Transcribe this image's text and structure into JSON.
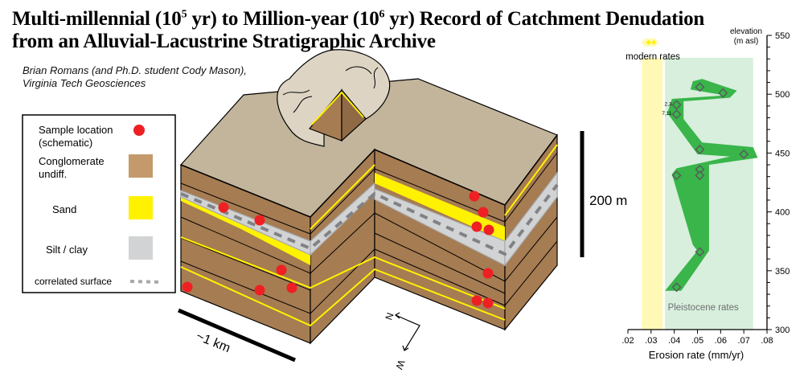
{
  "title": {
    "line1_a": "Multi-millennial (10",
    "line1_sup1": "5",
    "line1_b": " yr) to Million-year (10",
    "line1_sup2": "6",
    "line1_c": " yr) Record of Catchment Denudation",
    "line2": "from an Alluvial-Lacustrine Stratigraphic Archive"
  },
  "authors": {
    "line1": "Brian Romans (and Ph.D. student Cody Mason),",
    "line2": "Virginia Tech Geosciences"
  },
  "legend": {
    "sample_line1": "Sample location",
    "sample_line2": "(schematic)",
    "conglomerate_line1": "Conglomerate",
    "conglomerate_line2": "undiff.",
    "sand": "Sand",
    "silt": "Silt / clay",
    "surface": "correlated surface"
  },
  "colors": {
    "sample": "#ee2024",
    "conglomerate": "#c49a6c",
    "block_face": "#a67c52",
    "block_top": "#c2b59b",
    "sand": "#fff200",
    "silt": "#d1d3d4",
    "envelope": "#39b54a",
    "pleistocene_band": "#d7efdc",
    "modern_band": "#fff9b5"
  },
  "diagram": {
    "vertical_scale": "200 m",
    "horizontal_scale": "~1 km",
    "compass_n": "N",
    "compass_w": "W"
  },
  "chart_data": {
    "type": "scatter",
    "xlabel": "Erosion rate (mm/yr)",
    "ylabel": "elevation",
    "ylabel2": "(m asl)",
    "xlim": [
      0.02,
      0.08
    ],
    "ylim": [
      300,
      550
    ],
    "xticks": [
      ".02",
      ".03",
      ".04",
      ".05",
      ".06",
      ".07",
      ".08"
    ],
    "xtick_values": [
      0.02,
      0.03,
      0.04,
      0.05,
      0.06,
      0.07,
      0.08
    ],
    "yticks": [
      300,
      350,
      400,
      450,
      500,
      550
    ],
    "modern_rates": {
      "label": "modern rates",
      "range": [
        0.026,
        0.035
      ],
      "marker": 0.0295
    },
    "pleistocene_rates": {
      "label": "Pleistocene rates",
      "range": [
        0.036,
        0.074
      ],
      "top": 531
    },
    "points": [
      {
        "rate": 0.051,
        "elev": 506
      },
      {
        "rate": 0.061,
        "elev": 501
      },
      {
        "rate": 0.041,
        "elev": 491,
        "label": "2,3"
      },
      {
        "rate": 0.041,
        "elev": 483,
        "label": "7,11"
      },
      {
        "rate": 0.051,
        "elev": 453
      },
      {
        "rate": 0.07,
        "elev": 449
      },
      {
        "rate": 0.051,
        "elev": 436
      },
      {
        "rate": 0.041,
        "elev": 431
      },
      {
        "rate": 0.051,
        "elev": 431
      },
      {
        "rate": 0.051,
        "elev": 366
      },
      {
        "rate": 0.041,
        "elev": 336
      }
    ],
    "envelope": [
      [
        0.048,
        511
      ],
      [
        0.052,
        513
      ],
      [
        0.067,
        503
      ],
      [
        0.064,
        497
      ],
      [
        0.044,
        494
      ],
      [
        0.044,
        479
      ],
      [
        0.052,
        459
      ],
      [
        0.074,
        455
      ],
      [
        0.076,
        446
      ],
      [
        0.055,
        440
      ],
      [
        0.055,
        367
      ],
      [
        0.043,
        333
      ],
      [
        0.036,
        333
      ],
      [
        0.05,
        367
      ],
      [
        0.048,
        372
      ],
      [
        0.039,
        432
      ],
      [
        0.041,
        437
      ],
      [
        0.064,
        447
      ],
      [
        0.05,
        449
      ],
      [
        0.037,
        484
      ],
      [
        0.039,
        496
      ],
      [
        0.062,
        499
      ],
      [
        0.047,
        504
      ]
    ]
  }
}
